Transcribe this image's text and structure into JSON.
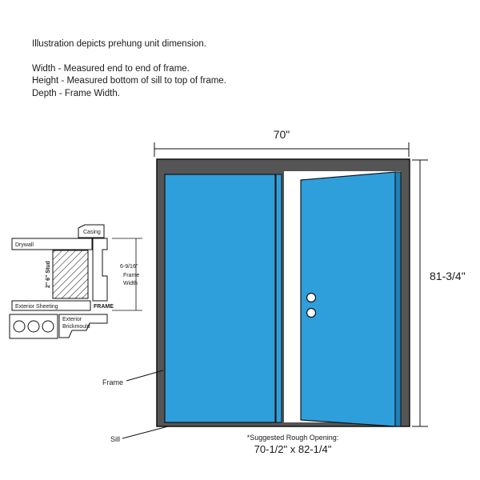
{
  "header": {
    "intro": "Illustration depicts prehung unit dimension.",
    "width_line": "Width - Measured end to end of frame.",
    "height_line": "Height - Measured bottom of sill to top of frame.",
    "depth_line": "Depth - Frame Width."
  },
  "dimensions": {
    "width": "70\"",
    "height": "81-3/4\""
  },
  "rough_opening": {
    "label": "*Suggested Rough Opening:",
    "value": "70-1/2\" x 82-1/4\""
  },
  "callouts": {
    "frame": "Frame",
    "sill": "Sill"
  },
  "detail": {
    "casing": "Casing",
    "drywall": "Drywall",
    "stud": "2\" 6\" Stud",
    "frame_label": "FRAME",
    "frame_width_value": "6-9/16\"",
    "frame_width_line1": "Frame",
    "frame_width_line2": "Width",
    "exterior_sheeting": "Exterior Sheeting",
    "brickmould_line1": "Exterior",
    "brickmould_line2": "Brickmould"
  },
  "colors": {
    "door_blue": "#2f9fdb",
    "frame_gray": "#555555",
    "outline": "#111111"
  }
}
